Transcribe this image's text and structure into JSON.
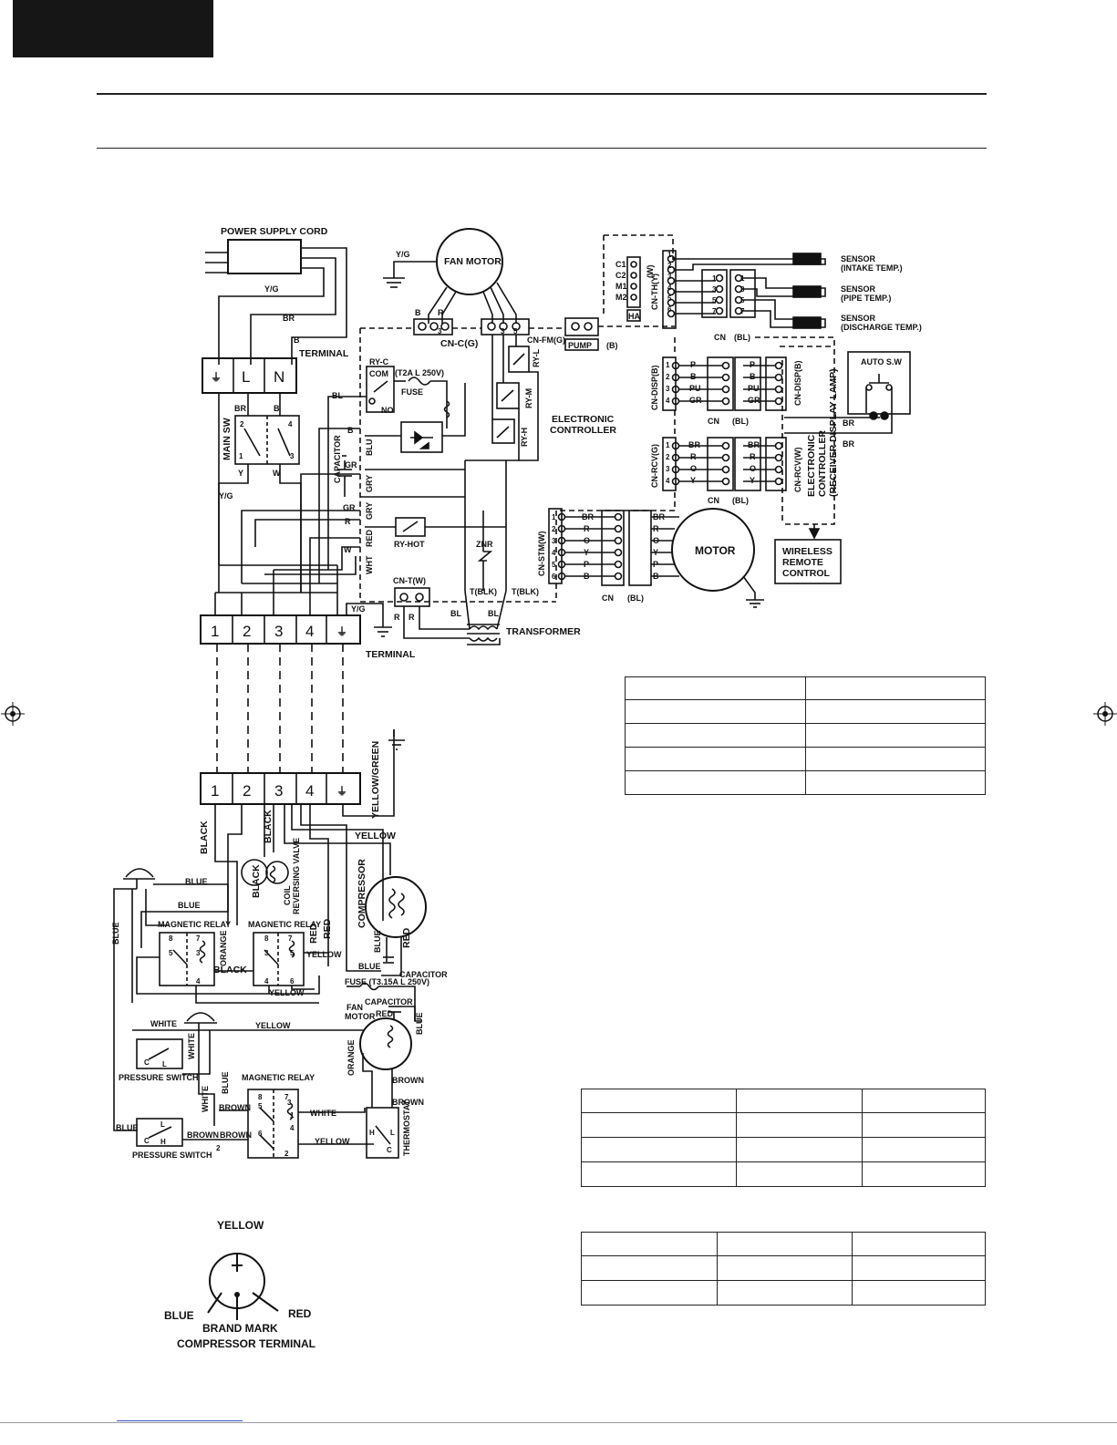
{
  "indoor": {
    "power_supply_cord": "POWER SUPPLY CORD",
    "fan_motor": "FAN MOTOR",
    "terminal": "TERMINAL",
    "terminal_letters": [
      "⏚",
      "L",
      "N"
    ],
    "main_sw": "MAIN SW",
    "ry_c": "RY-C",
    "com": "COM",
    "no": "NO",
    "fuse_rating": "(T2A L 250V)",
    "fuse": "FUSE",
    "cn_c": "CN-C(G)",
    "cn_fm": "CN-FM(G)",
    "pump": "PUMP",
    "pump_b": "(B)",
    "ry_l": "RY-L",
    "ry_m": "RY-M",
    "ry_h": "RY-H",
    "electronic_controller": [
      "ELECTRONIC",
      "CONTROLLER"
    ],
    "capacitor": "CAPACITOR",
    "ry_hot": "RY-HOT",
    "znr": "ZNR",
    "cn_t": "CN-T(W)",
    "t_blk": "T(BLK)",
    "transformer": "TRANSFORMER",
    "cn_th": "CN-TH(Y)",
    "ha_pins": [
      "C1",
      "C2",
      "M1",
      "M2"
    ],
    "ha": "HA",
    "ha_w": "(W)",
    "sensor_intake": [
      "SENSOR",
      "(INTAKE TEMP.)"
    ],
    "sensor_pipe": [
      "SENSOR",
      "(PIPE TEMP.)"
    ],
    "sensor_discharge": [
      "SENSOR",
      "(DISCHARGE TEMP.)"
    ],
    "cn": "CN",
    "bl": "(BL)",
    "cn_disp": "CN-DISP(B)",
    "cn_rcv": "CN-RCV(G)",
    "cn_rcv_w": "CN-RCV(W)",
    "cn_stm": "CN-STM(W)",
    "auto_sw": "AUTO S.W",
    "controller_display": [
      "ELECTRONIC",
      "CONTROLLER",
      "(RECEIVER DISPLAY LAMP)"
    ],
    "wireless": [
      "WIRELESS",
      "REMOTE",
      "CONTROL"
    ],
    "motor": "MOTOR",
    "disp_colors": [
      "P",
      "B",
      "PU",
      "GR"
    ],
    "rcv_colors": [
      "BR",
      "R",
      "O",
      "Y"
    ],
    "stm_colors": [
      "BR",
      "R",
      "O",
      "Y",
      "P",
      "B"
    ]
  },
  "wires": {
    "yg": "Y/G",
    "br": "BR",
    "b": "B",
    "bl": "BL",
    "blu": "BLU",
    "gr": "GR",
    "gry": "GRY",
    "r": "R",
    "red": "RED",
    "w": "W",
    "wht": "WHT",
    "y": "Y"
  },
  "terminal_numbers": [
    "1",
    "2",
    "3",
    "4",
    "⏚"
  ],
  "outdoor": {
    "black": "BLACK",
    "blue": "BLUE",
    "white": "WHITE",
    "yellow": "YELLOW",
    "red": "RED",
    "orange": "ORANGE",
    "brown": "BROWN",
    "yellow_green": "YELLOW/GREEN",
    "coil": [
      "COIL",
      "REVERSING VALVE"
    ],
    "compressor": "COMPRESSOR",
    "capacitor": "CAPACITOR",
    "magnetic_relay": "MAGNETIC RELAY",
    "fuse": "FUSE (T3.15A L 250V)",
    "fan_motor": [
      "FAN",
      "MOTOR"
    ],
    "pressure_switch": "PRESSURE SWITCH",
    "thermostat": "THERMOSTAT"
  },
  "compressor_terminal": {
    "yellow": "YELLOW",
    "blue": "BLUE",
    "red": "RED",
    "brand_mark": "BRAND MARK",
    "caption": "COMPRESSOR TERMINAL"
  }
}
